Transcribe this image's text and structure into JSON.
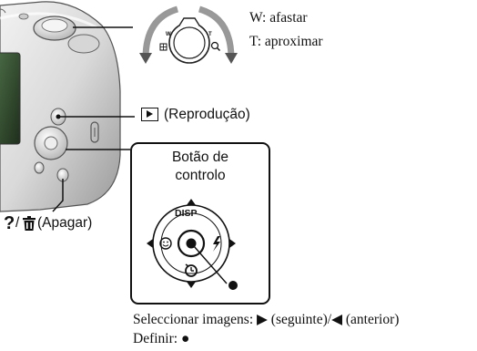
{
  "zoom": {
    "w_label": "W: afastar",
    "t_label": "T: aproximar",
    "dial_w": "W",
    "dial_t": "T"
  },
  "playback": {
    "label": "(Reprodução)"
  },
  "control_button": {
    "title_line1": "Botão de",
    "title_line2": "controlo",
    "disp": "DISP"
  },
  "delete": {
    "question_mark": "?",
    "separator": "/",
    "label": "(Apagar)"
  },
  "footer": {
    "select_label": "Seleccionar imagens: ▶ (seguinte)/◀ (anterior)",
    "set_label": "Definir: ●"
  }
}
